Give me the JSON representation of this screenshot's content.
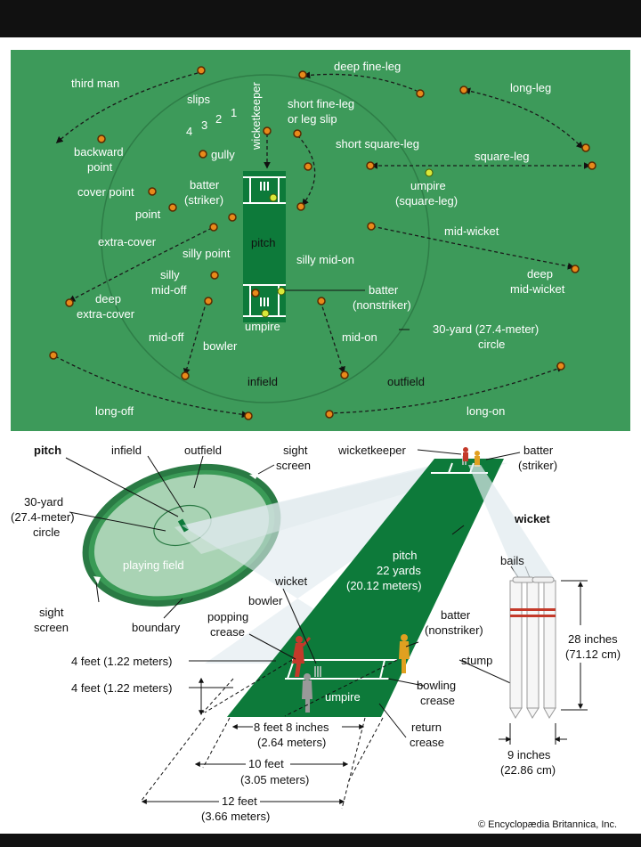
{
  "field_positions": {
    "third_man": "third man",
    "deep_fine_leg": "deep fine-leg",
    "long_leg": "long-leg",
    "slips": "slips",
    "slip_4": "4",
    "slip_3": "3",
    "slip_2": "2",
    "slip_1": "1",
    "wicketkeeper": "wicketkeeper",
    "short_fine_leg_1": "short fine-leg",
    "short_fine_leg_2": "or leg slip",
    "backward_point_1": "backward",
    "backward_point_2": "point",
    "gully": "gully",
    "short_square_leg": "short square-leg",
    "square_leg": "square-leg",
    "batter_striker_1": "batter",
    "batter_striker_2": "(striker)",
    "umpire_sq_1": "umpire",
    "umpire_sq_2": "(square-leg)",
    "cover_point": "cover point",
    "point": "point",
    "extra_cover": "extra-cover",
    "pitch": "pitch",
    "silly_point": "silly point",
    "mid_wicket": "mid-wicket",
    "silly_mid_off_1": "silly",
    "silly_mid_off_2": "mid-off",
    "silly_mid_on": "silly mid-on",
    "deep_mid_wicket_1": "deep",
    "deep_mid_wicket_2": "mid-wicket",
    "deep_extra_cover_1": "deep",
    "deep_extra_cover_2": "extra-cover",
    "batter_ns_1": "batter",
    "batter_ns_2": "(nonstriker)",
    "umpire": "umpire",
    "mid_off": "mid-off",
    "mid_on": "mid-on",
    "bowler": "bowler",
    "circle_1": "30-yard (27.4-meter)",
    "circle_2": "circle",
    "infield": "infield",
    "outfield": "outfield",
    "long_off": "long-off",
    "long_on": "long-on"
  },
  "ground": {
    "pitch": "pitch",
    "infield": "infield",
    "outfield": "outfield",
    "sight_screen_top_1": "sight",
    "sight_screen_top_2": "screen",
    "circle_1": "30-yard",
    "circle_2": "(27.4-meter)",
    "circle_3": "circle",
    "playing_field": "playing field",
    "sight_screen_bot_1": "sight",
    "sight_screen_bot_2": "screen",
    "boundary": "boundary"
  },
  "pitch_detail": {
    "wicketkeeper": "wicketkeeper",
    "batter_striker_1": "batter",
    "batter_striker_2": "(striker)",
    "pitch_1": "pitch",
    "pitch_2": "22 yards",
    "pitch_3": "(20.12 meters)",
    "wicket": "wicket",
    "bowler": "bowler",
    "popping_1": "popping",
    "popping_2": "crease",
    "batter_ns_1": "batter",
    "batter_ns_2": "(nonstriker)",
    "four_feet_a": "4 feet (1.22 meters)",
    "four_feet_b": "4 feet (1.22 meters)",
    "umpire": "umpire",
    "bowling_1": "bowling",
    "bowling_2": "crease",
    "return_1": "return",
    "return_2": "crease",
    "w8_1": "8 feet 8 inches",
    "w8_2": "(2.64 meters)",
    "w10_1": "10 feet",
    "w10_2": "(3.05 meters)",
    "w12_1": "12 feet",
    "w12_2": "(3.66 meters)"
  },
  "wicket_detail": {
    "title": "wicket",
    "bails": "bails",
    "stump": "stump",
    "height_1": "28 inches",
    "height_2": "(71.12 cm)",
    "width_1": "9 inches",
    "width_2": "(22.86 cm)"
  },
  "credit": "© Encyclopædia Britannica, Inc.",
  "colors": {
    "field": "#3d9a5a",
    "pitch": "#0d7a3a",
    "player": "#e88a1a",
    "umpire_dot": "#d8e83a",
    "bowler_red": "#c43a2a",
    "batter_gold": "#e0a020"
  }
}
